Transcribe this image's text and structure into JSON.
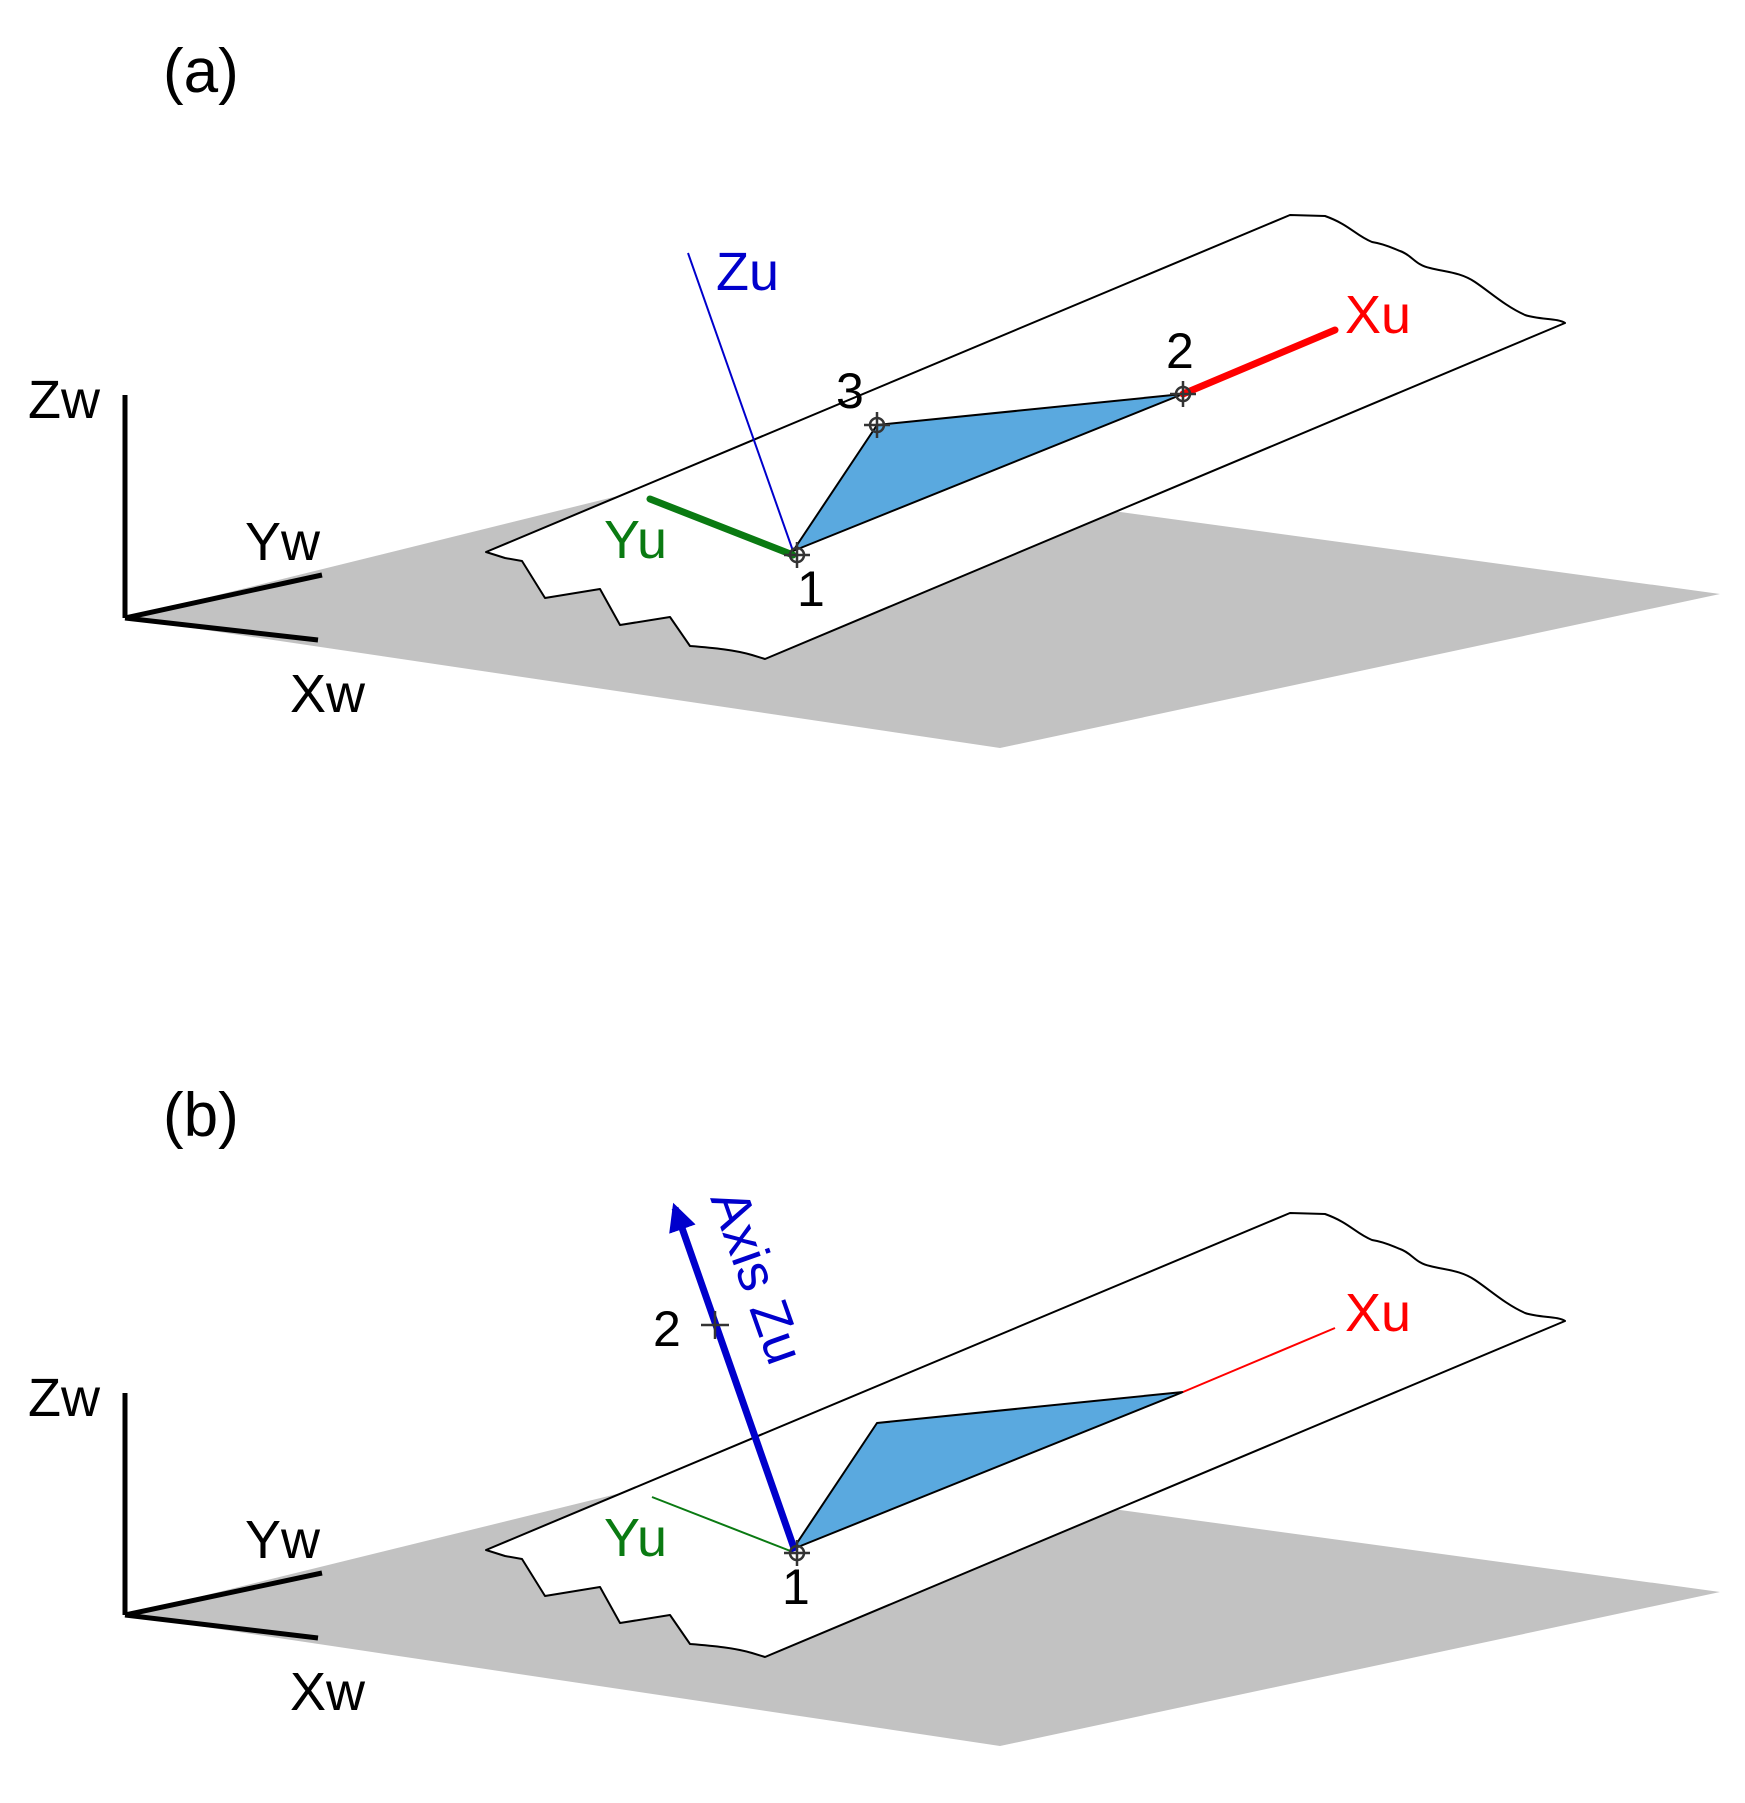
{
  "colors": {
    "x_axis": "#ff0000",
    "y_axis": "#0a7a12",
    "z_axis": "#0000cc",
    "triangle_fill": "#5aa9df",
    "ground": "#c2c2c2"
  },
  "panel_a": {
    "label": "(a)",
    "world_axes": {
      "z": "Zw",
      "y": "Yw",
      "x": "Xw"
    },
    "user_axes": {
      "z": "Zu",
      "y": "Yu",
      "x": "Xu"
    },
    "points": {
      "p1": "1",
      "p2": "2",
      "p3": "3"
    }
  },
  "panel_b": {
    "label": "(b)",
    "world_axes": {
      "z": "Zw",
      "y": "Yw",
      "x": "Xw"
    },
    "user_axes": {
      "z": "Axis Zu",
      "y": "Yu",
      "x": "Xu"
    },
    "points": {
      "p1": "1",
      "p2": "2"
    }
  }
}
